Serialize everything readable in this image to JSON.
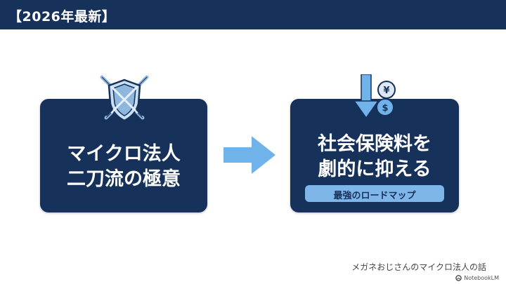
{
  "header": {
    "title": "【2026年最新】"
  },
  "left_card": {
    "line1": "マイクロ法人",
    "line2": "二刀流の極意",
    "icon": "shield-swords-icon"
  },
  "flow_arrow": {
    "icon": "right-arrow-icon"
  },
  "right_card": {
    "line1": "社会保険料を",
    "line2": "劇的に抑える",
    "badge": "最強のロードマップ",
    "icon": "money-down-icon"
  },
  "footer": {
    "caption": "メガネおじさんのマイクロ法人の話",
    "brand": "NotebookLM"
  },
  "colors": {
    "navy": "#16315a",
    "accent_blue": "#6fb3ea",
    "badge_blue": "#7fb6ea"
  }
}
